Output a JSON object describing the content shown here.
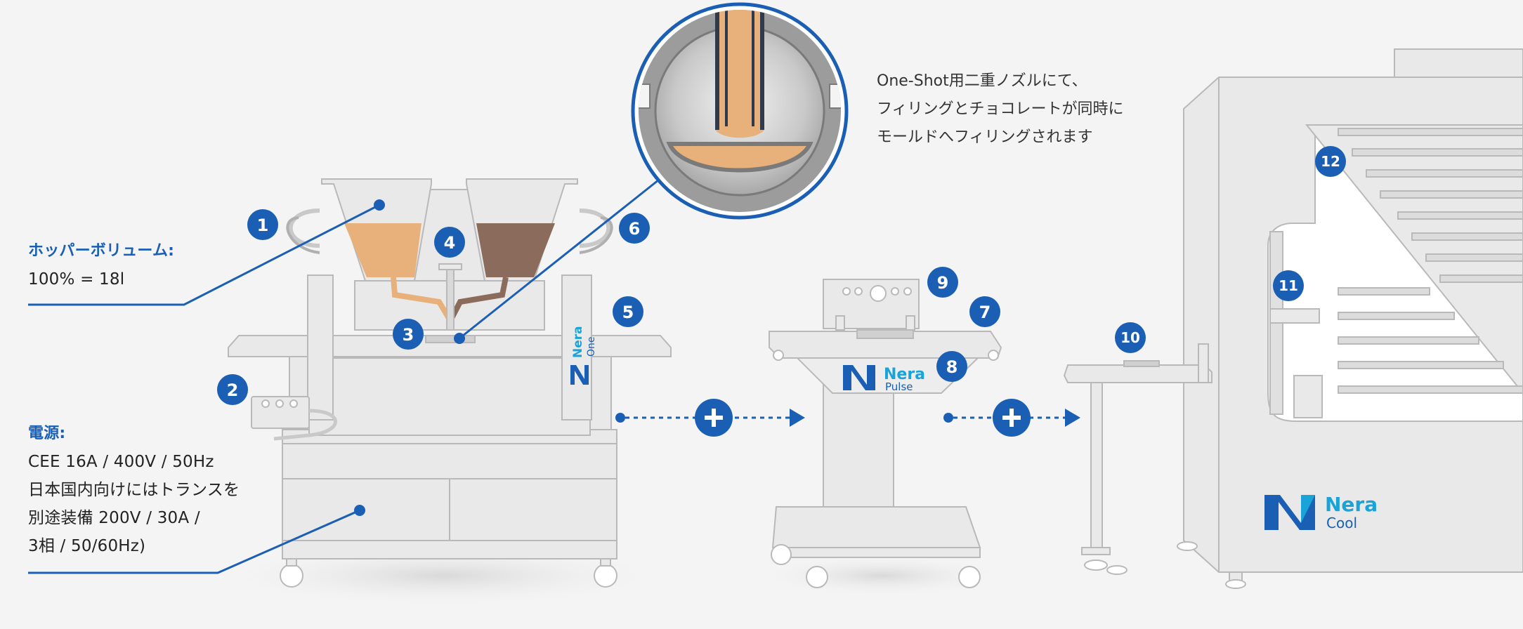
{
  "hopper": {
    "title": "ホッパーボリューム:",
    "value": "100% = 18l"
  },
  "power": {
    "title": "電源:",
    "lines": [
      "CEE 16A / 400V / 50Hz",
      "日本国内向けにはトランスを",
      "別途装備 200V / 30A /",
      "3相 / 50/60Hz)"
    ]
  },
  "nozzle_note": {
    "lines": [
      "One-Shot用二重ノズルにて、",
      "フィリングとチョコレートが同時に",
      "モールドへフィリングされます"
    ]
  },
  "badges": [
    "1",
    "2",
    "3",
    "4",
    "5",
    "6",
    "7",
    "8",
    "9",
    "10",
    "11",
    "12"
  ],
  "brands": {
    "one": {
      "main": "Nera",
      "sub": "One"
    },
    "pulse": {
      "main": "Nera",
      "sub": "Pulse"
    },
    "cool": {
      "main": "Nera",
      "sub": "Cool"
    }
  },
  "colors": {
    "accent": "#1a5fb4",
    "brand_light": "#1aa3d9",
    "filling": "#e8b07a",
    "chocolate": "#8a6b5c",
    "machine_fill": "#e9e9e9",
    "machine_stroke": "#b9b9b9"
  },
  "icons": [
    "plus-icon",
    "arrow-right-icon"
  ]
}
